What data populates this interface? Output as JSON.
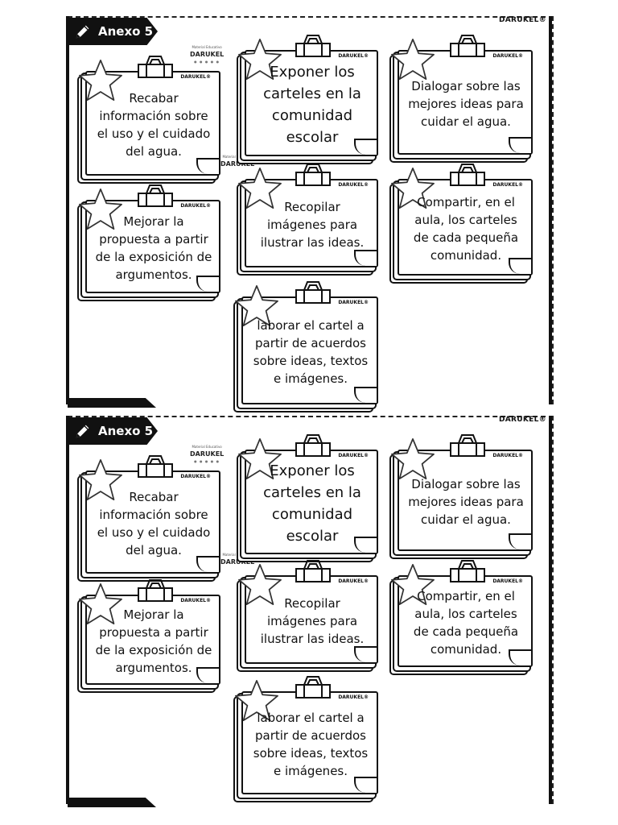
{
  "sheets": [
    {
      "tag": "Anexo 5",
      "brand": "DARUKEL®",
      "logo": {
        "text": "DARUKEL",
        "tag": "Material Educativo"
      },
      "cards": [
        {
          "text": "Recabar información sobre el uso y el cuidado del agua.",
          "brand": "DARUKEL®"
        },
        {
          "text": "Exponer los carteles en la comunidad escolar",
          "brand": "DARUKEL®"
        },
        {
          "text": "Dialogar sobre las mejores ideas para cuidar el agua.",
          "brand": "DARUKEL®"
        },
        {
          "text": "Mejorar la propuesta a partir de la exposición de argumentos.",
          "brand": "DARUKEL®"
        },
        {
          "text": "Recopilar imágenes para ilustrar las ideas.",
          "brand": "DARUKEL®"
        },
        {
          "text": "Compartir, en el aula, los carteles de cada pequeña comunidad.",
          "brand": "DARUKEL®"
        },
        {
          "text": "laborar el cartel a partir de acuerdos sobre ideas, textos e imágenes.",
          "brand": "DARUKEL®"
        }
      ]
    },
    {
      "tag": "Anexo 5",
      "brand": "DARUKEL®",
      "logo": {
        "text": "DARUKEL",
        "tag": "Material Educativo"
      },
      "cards": [
        {
          "text": "Recabar información sobre el uso y el cuidado del agua.",
          "brand": "DARUKEL®"
        },
        {
          "text": "Exponer los carteles en la comunidad escolar",
          "brand": "DARUKEL®"
        },
        {
          "text": "Dialogar sobre las mejores ideas para cuidar el agua.",
          "brand": "DARUKEL®"
        },
        {
          "text": "Mejorar la propuesta a partir de la exposición de argumentos.",
          "brand": "DARUKEL®"
        },
        {
          "text": "Recopilar imágenes para ilustrar las ideas.",
          "brand": "DARUKEL®"
        },
        {
          "text": "Compartir, en el aula, los carteles de cada pequeña comunidad.",
          "brand": "DARUKEL®"
        },
        {
          "text": "laborar el cartel a partir de acuerdos sobre ideas, textos e imágenes.",
          "brand": "DARUKEL®"
        }
      ]
    }
  ]
}
